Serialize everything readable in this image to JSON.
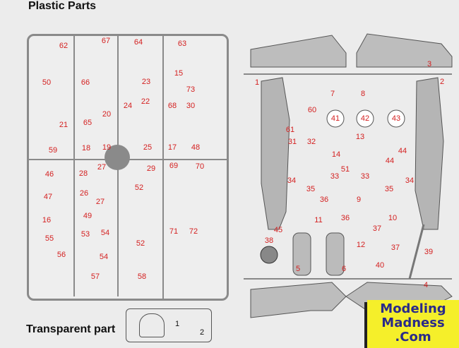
{
  "headings": {
    "plastic": "Plastic Parts",
    "transparent": "Transparent part"
  },
  "logo": {
    "line1": "Modeling",
    "line2": "Madness",
    "line3": ".Com",
    "color": "#f5ef2a"
  },
  "accent": "#d42020",
  "parts": [
    "62",
    "67",
    "64",
    "63",
    "50",
    "66",
    "15",
    "23",
    "73",
    "22",
    "68",
    "30",
    "24",
    "20",
    "21",
    "65",
    "59",
    "18",
    "19",
    "25",
    "17",
    "48",
    "46",
    "28",
    "27",
    "29",
    "69",
    "70",
    "26",
    "27",
    "52",
    "47",
    "49",
    "16",
    "53",
    "54",
    "71",
    "72",
    "55",
    "52",
    "54",
    "56",
    "57",
    "58",
    "3",
    "2",
    "1",
    "7",
    "8",
    "60",
    "41",
    "42",
    "43",
    "61",
    "13",
    "31",
    "32",
    "14",
    "44",
    "44",
    "51",
    "33",
    "33",
    "34",
    "35",
    "35",
    "34",
    "9",
    "36",
    "36",
    "10",
    "11",
    "45",
    "37",
    "38",
    "12",
    "37",
    "39",
    "5",
    "6",
    "40",
    "4"
  ],
  "transparent_parts": [
    "1",
    "2"
  ]
}
